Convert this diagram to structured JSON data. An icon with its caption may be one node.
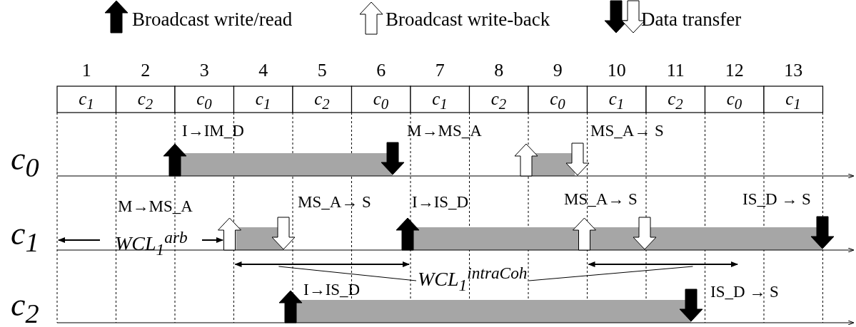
{
  "diagram": {
    "nodes": [
      {
        "text": [
          "WCL$_{1}$$^{intraCoh}$"
        ]
      },
      {
        "text": [],
        "shape": "bar"
      },
      {
        "text": [],
        "shape": "bar"
      }
    ],
    "edges": [
      {
        "from": 0,
        "to": 1,
        "arrow": "none"
      },
      {
        "from": 0,
        "to": 2,
        "arrow": "none"
      }
    ],
    "labels": [
      "1",
      "2",
      "3",
      "4",
      "5",
      "6",
      "7",
      "8",
      "9",
      "10",
      "11",
      "12",
      "13",
      "c$_{1}$",
      "c$_{2}$",
      "c$_{0}$",
      "c$_{1}$",
      "c$_{2}$",
      "c$_{0}$",
      "c$_{1}$",
      "c$_{2}$",
      "c$_{0}$",
      "c$_{1}$",
      "c$_{2}$",
      "c$_{0}$",
      "c$_{1}$",
      "I→IM_D",
      "M→MS_A",
      "MS_A→ S",
      "c$_{0}$",
      "M→MS_A",
      "MS_A→ S",
      "I→IS_D",
      "MS_A→ S",
      "IS_D → S",
      "c$_{1}$",
      "WCL$_{1}$$^{arb}$",
      "I→IS_D",
      "IS_D → S",
      "c$_{2}$"
    ],
    "legend": [
      {
        "text": "Broadcast write/read"
      },
      {
        "text": "Broadcast write-back"
      },
      {
        "text": "Data transfer"
      }
    ]
  }
}
